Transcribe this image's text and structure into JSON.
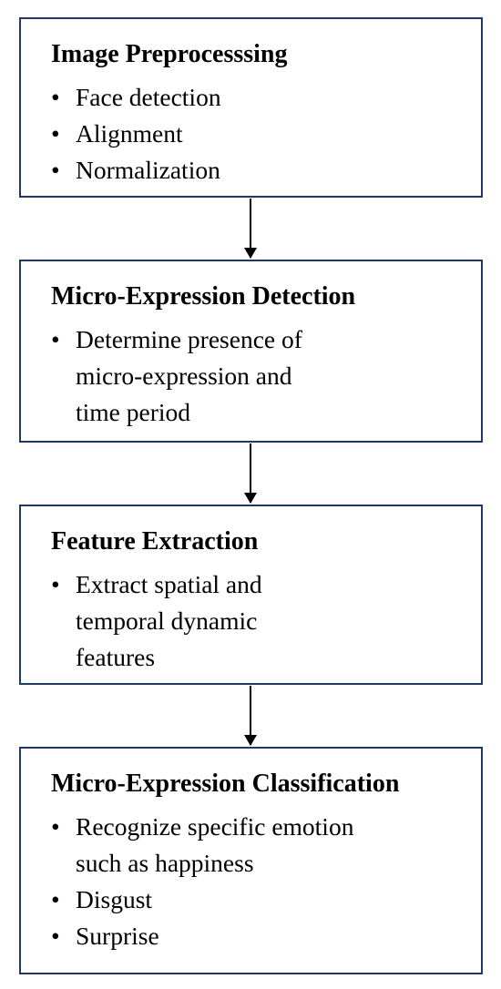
{
  "diagram": {
    "colors": {
      "box_border": "#1f3864",
      "arrow": "#000000",
      "text": "#000000",
      "background": "#ffffff"
    },
    "steps": [
      {
        "title": "Image Preprocesssing",
        "bullets": [
          "Face detection",
          "Alignment",
          "Normalization"
        ]
      },
      {
        "title": "Micro-Expression Detection",
        "bullets": [
          "Determine presence of\nmicro-expression and\ntime period"
        ]
      },
      {
        "title": "Feature Extraction",
        "bullets": [
          "Extract spatial and\ntemporal dynamic\nfeatures"
        ]
      },
      {
        "title": "Micro-Expression Classification",
        "bullets": [
          "Recognize specific emotion\nsuch as happiness",
          "Disgust",
          "Surprise"
        ]
      }
    ],
    "bullet_symbol": "•",
    "connector_icon": "down-arrow-icon"
  }
}
